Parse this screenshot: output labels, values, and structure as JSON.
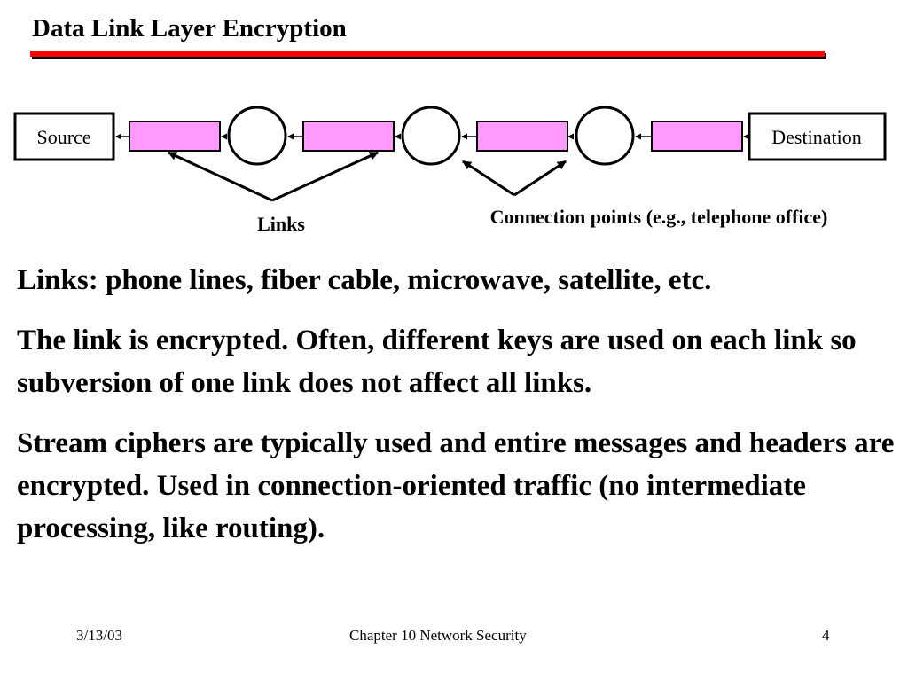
{
  "slide": {
    "title": "Data Link Layer Encryption",
    "accent_color": "#ff0000"
  },
  "diagram": {
    "source_label": "Source",
    "destination_label": "Destination",
    "link_color": "#ff99ff",
    "links_label": "Links",
    "connection_points_label": "Connection points (e.g., telephone office)"
  },
  "body": {
    "paragraphs": [
      "Links: phone lines, fiber cable, microwave, satellite, etc.",
      "The link is encrypted. Often, different keys are used on each link so subversion of one link does not affect all links.",
      "Stream ciphers are typically used and entire messages and headers are encrypted. Used in connection-oriented traffic (no intermediate processing, like routing)."
    ]
  },
  "footer": {
    "date": "3/13/03",
    "chapter": "Chapter 10 Network Security",
    "page": "4"
  }
}
